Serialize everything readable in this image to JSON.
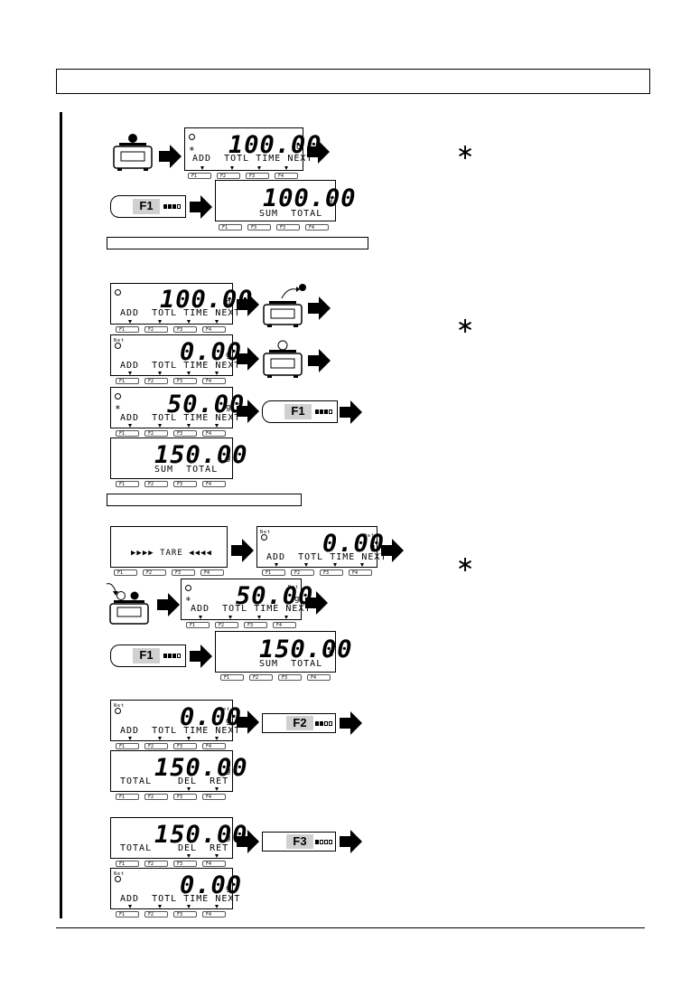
{
  "header": {
    "title": ""
  },
  "notes": {
    "asterisk": "∗"
  },
  "captions": {
    "first": "",
    "second": ""
  },
  "menu": {
    "add": "ADD",
    "totl": "TOTL",
    "time": "TIME",
    "next": "NEXT",
    "total": "TOTAL",
    "del": "DEL",
    "ret": "RET",
    "sum": "SUM"
  },
  "unit": "g",
  "net": "Net",
  "softkeys": [
    "F1",
    "F2",
    "F3",
    "F4"
  ],
  "tare_text": "▶▶▶▶ TARE ◀◀◀◀",
  "buttons": {
    "f1": "F1",
    "f2": "F2",
    "f3": "F3"
  },
  "values": {
    "v100": "100.00",
    "v000": "0.00",
    "v050": "50.00",
    "v150": "150.00"
  },
  "colors": {
    "key_label_bg": "#d0d0d0"
  }
}
